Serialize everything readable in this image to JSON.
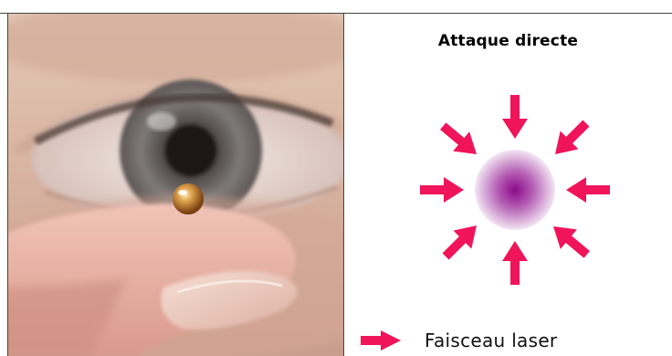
{
  "diagram": {
    "title": "Attaque directe",
    "legend_label": "Faisceau laser",
    "arrow_color": "#f0145a",
    "target_center_color": "#8a0a8a",
    "target_edge_color": "#f3e6f3",
    "arrow_count": 8
  },
  "photo": {
    "subject": "eye-and-fingertip-holding-pellet"
  }
}
